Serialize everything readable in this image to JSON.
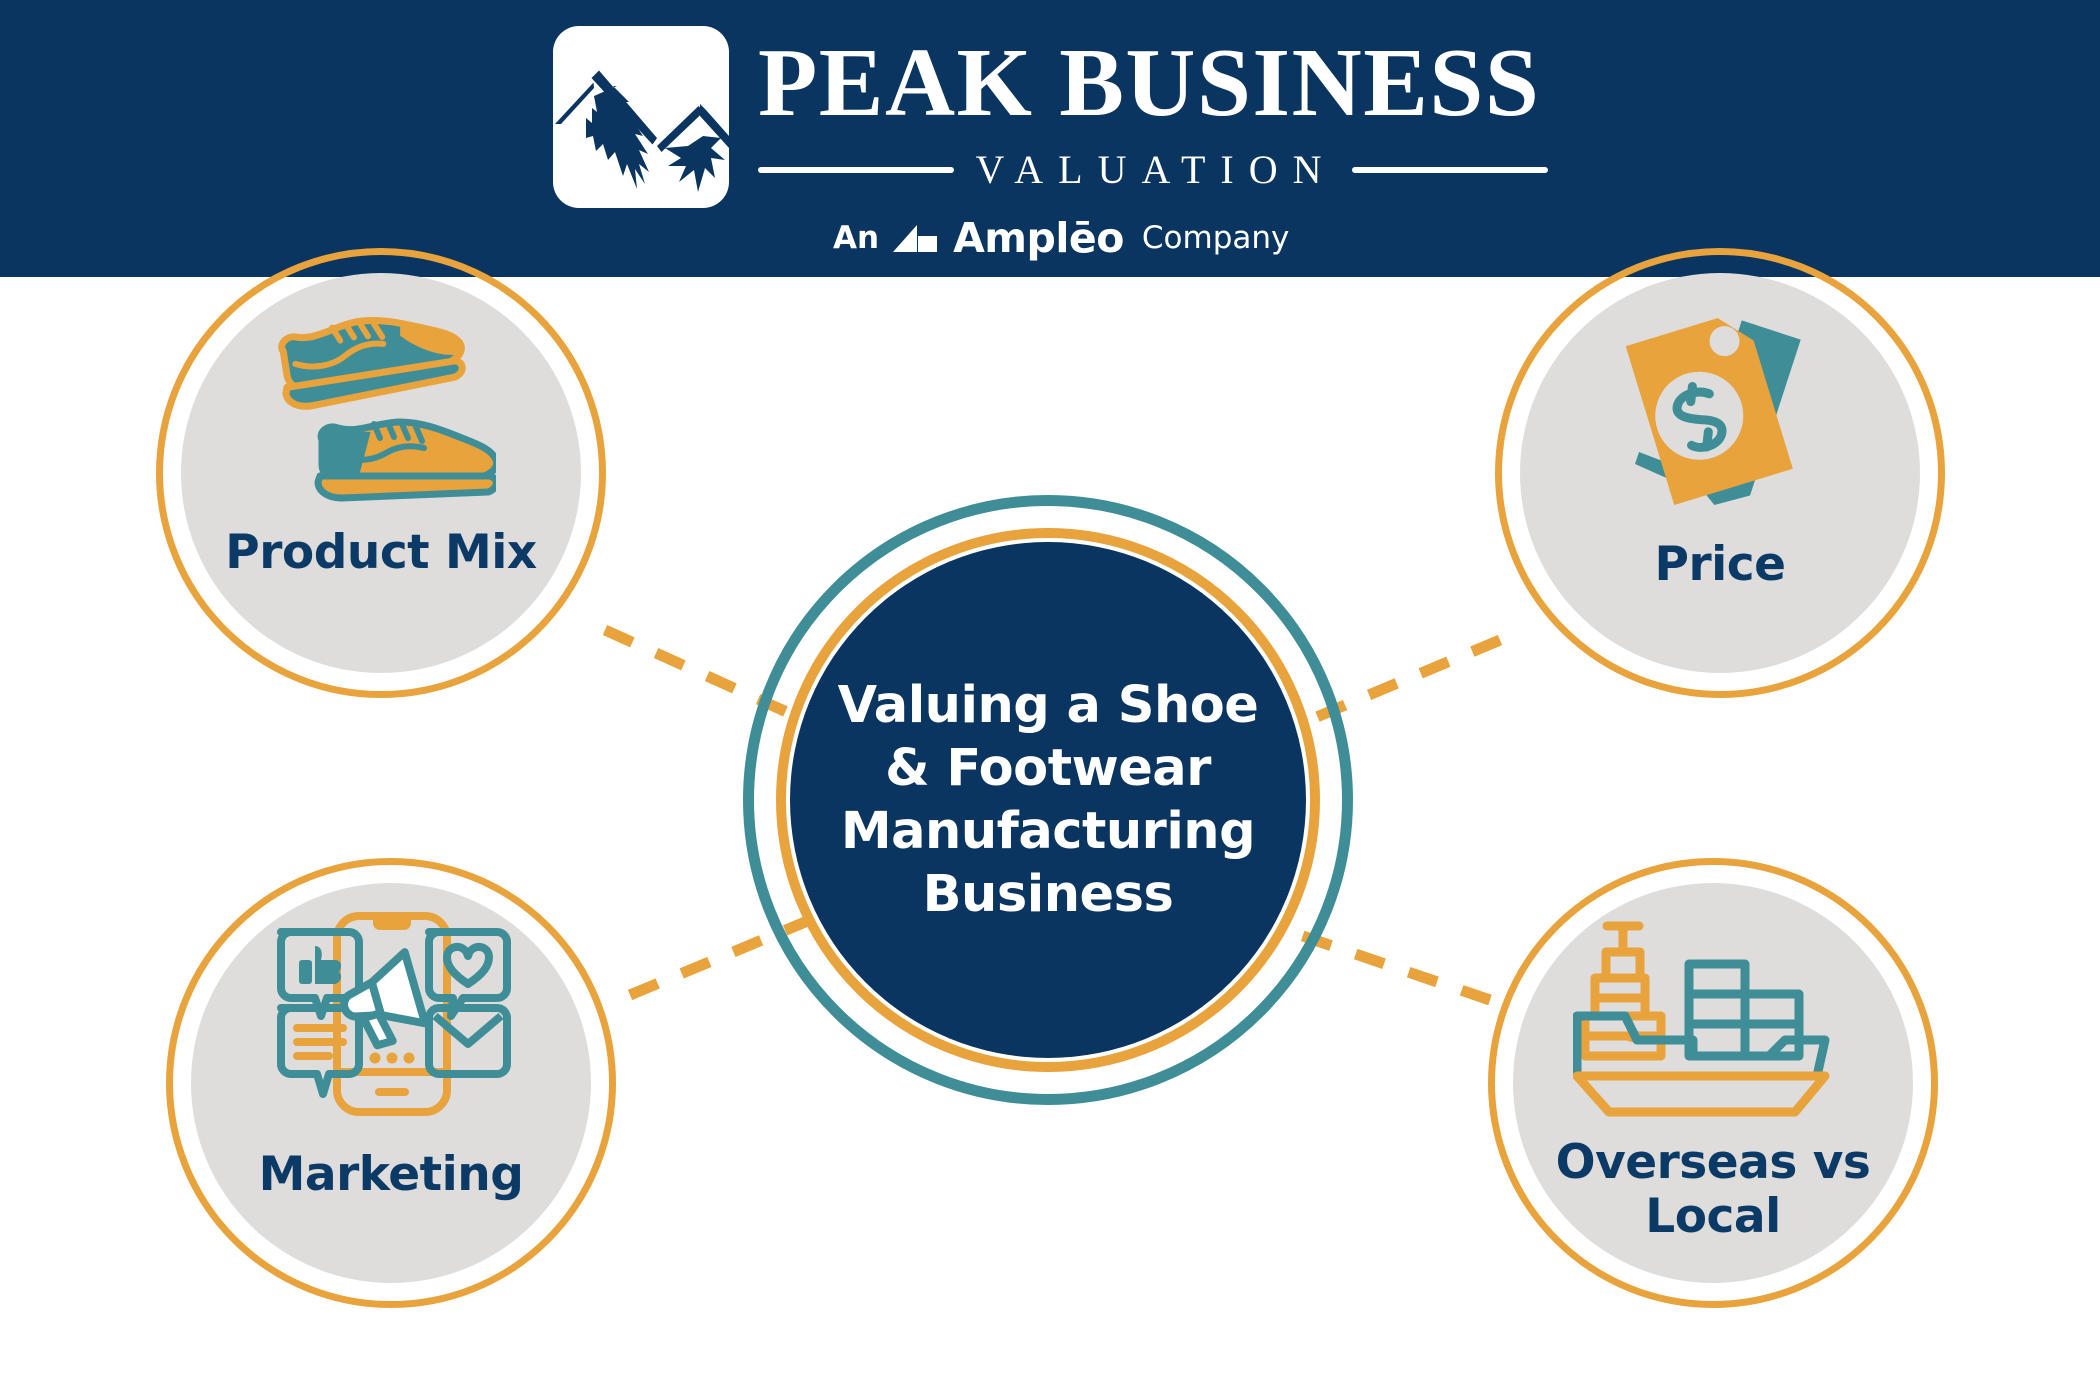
{
  "colors": {
    "navy": "#0a3560",
    "navy_text": "#0c3a66",
    "orange": "#e8a33c",
    "teal": "#3f8e97",
    "gray_disc": "#dedddb",
    "white": "#ffffff"
  },
  "header": {
    "logo_mark_icon": "mountain-peak-icon",
    "brand_line1": "PEAK BUSINESS",
    "brand_line2": "VALUATION",
    "affiliation": {
      "prefix": "An",
      "mark_icon": "ampleo-logo-icon",
      "company": "Amplēo",
      "suffix": "Company"
    }
  },
  "hub": {
    "title": "Valuing a Shoe & Footwear Manufacturing Business",
    "title_lines": [
      "Valuing a Shoe",
      "& Footwear",
      "Manufacturing",
      "Business"
    ]
  },
  "nodes": [
    {
      "id": "product-mix",
      "label": "Product Mix",
      "label_lines": [
        "Product",
        "Mix"
      ],
      "icon": "shoes-icon",
      "position": "top-left"
    },
    {
      "id": "price",
      "label": "Price",
      "label_lines": [
        "Price"
      ],
      "icon": "price-tag-dollar-icon",
      "position": "top-right"
    },
    {
      "id": "marketing",
      "label": "Marketing",
      "label_lines": [
        "Marketing"
      ],
      "icon": "smartphone-social-megaphone-icon",
      "position": "bottom-left"
    },
    {
      "id": "overseas",
      "label": "Overseas vs Local",
      "label_lines": [
        "Overseas vs",
        "Local"
      ],
      "icon": "cargo-ship-icon",
      "position": "bottom-right"
    }
  ],
  "connectors": [
    {
      "from": "product-mix",
      "to": "hub",
      "style": "dashed",
      "color": "#e8a33c"
    },
    {
      "from": "price",
      "to": "hub",
      "style": "dashed",
      "color": "#e8a33c"
    },
    {
      "from": "marketing",
      "to": "hub",
      "style": "dashed",
      "color": "#e8a33c"
    },
    {
      "from": "overseas",
      "to": "hub",
      "style": "dashed",
      "color": "#e8a33c"
    }
  ]
}
